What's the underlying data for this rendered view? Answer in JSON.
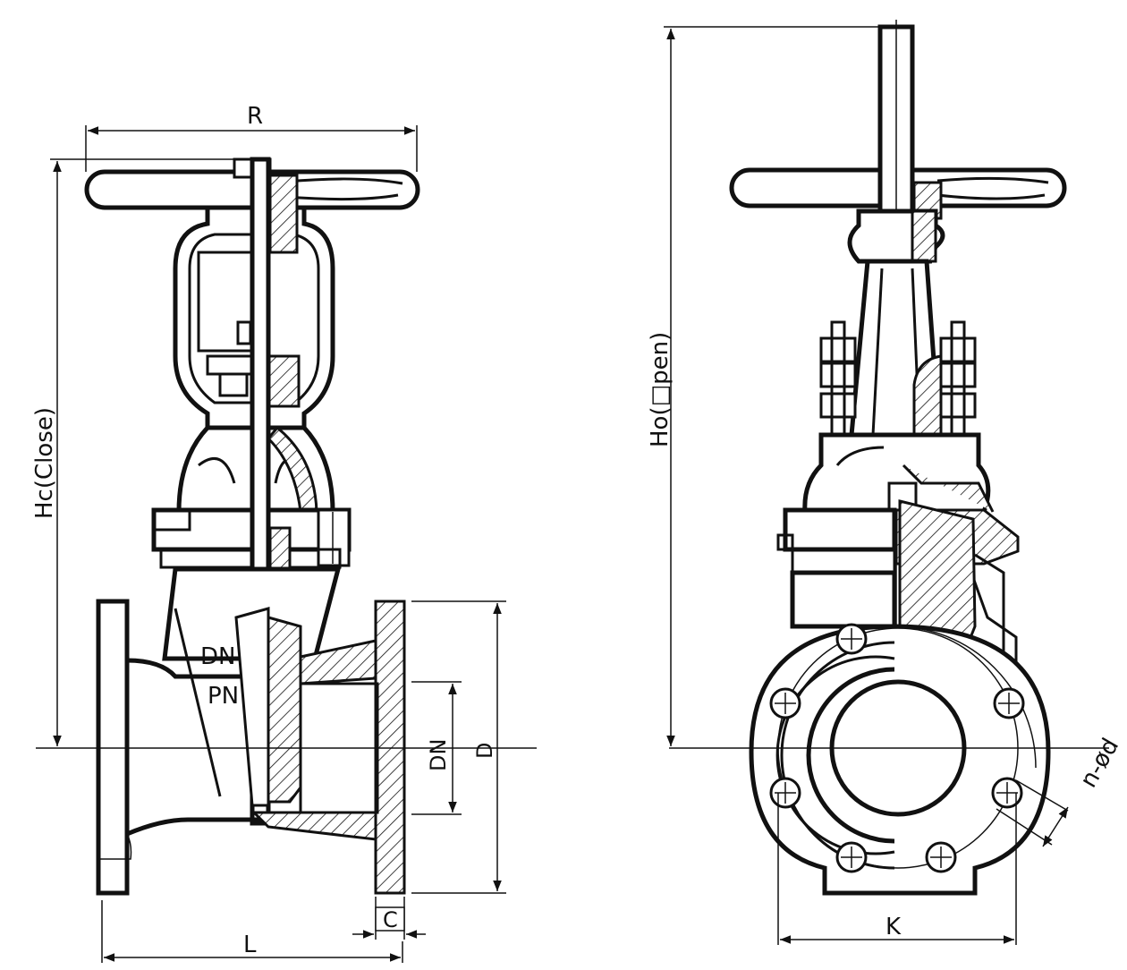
{
  "diagram": {
    "left_view": {
      "labels": {
        "R": "R",
        "Hc": "Hc(Close)",
        "DN_marker": "DN",
        "PN_marker": "PN",
        "DN_dim": "DN",
        "D": "D",
        "C": "C",
        "L": "L"
      }
    },
    "right_view": {
      "labels": {
        "Ho": "Ho(□pen)",
        "n_d": "n-ød",
        "K": "K"
      }
    }
  }
}
